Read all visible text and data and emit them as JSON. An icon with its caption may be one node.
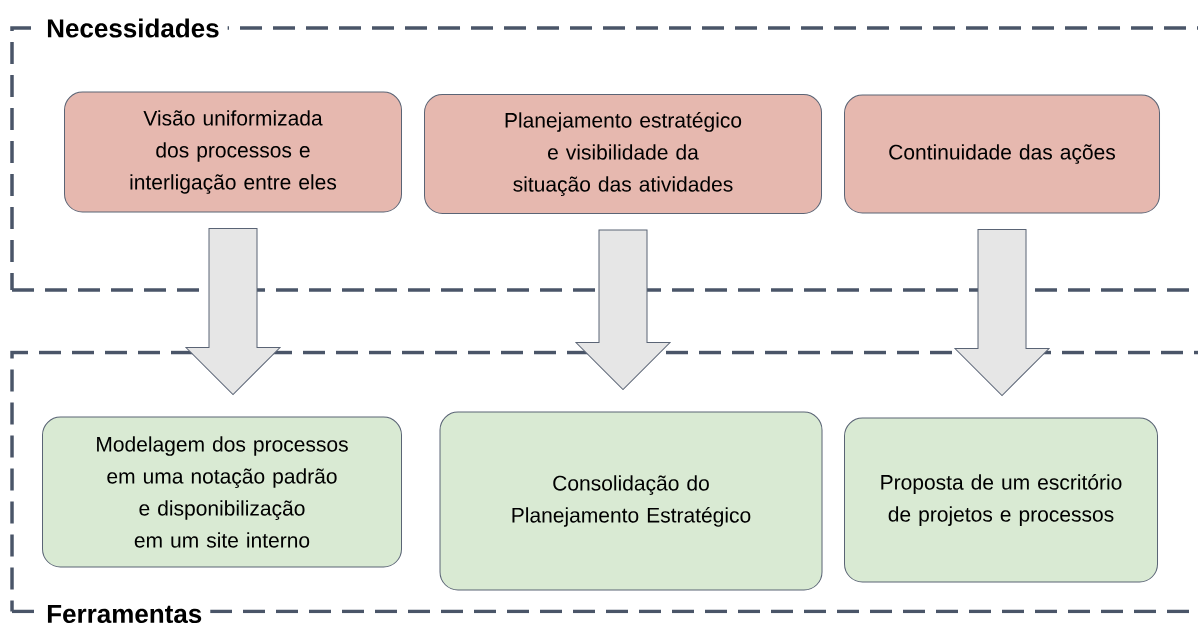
{
  "diagram": {
    "nodes": [
      {
        "text": [
          "Necessidades"
        ]
      },
      {
        "text": [
          "Visão uniformizada dos processos e interligação entre eles"
        ],
        "in": 0
      },
      {
        "text": [
          "Planejamento estratégico e visibilidade da situação das atividades"
        ],
        "in": 0
      },
      {
        "text": [
          "Continuidade das ações"
        ],
        "in": 0
      },
      {
        "text": [
          "Ferramentas"
        ]
      },
      {
        "text": [
          "Modelagem dos processos em uma notação padrão e disponibilização em um site interno"
        ],
        "in": 4
      },
      {
        "text": [
          "Consolidação do Planejamento Estratégico"
        ],
        "in": 4
      },
      {
        "text": [
          "Proposta de um escritório de projetos e processos"
        ],
        "in": 4
      }
    ],
    "edges": [
      {
        "from": 1,
        "to": 5,
        "arrow": "to"
      },
      {
        "from": 2,
        "to": 6,
        "arrow": "to"
      },
      {
        "from": 3,
        "to": 7,
        "arrow": "to"
      }
    ]
  }
}
